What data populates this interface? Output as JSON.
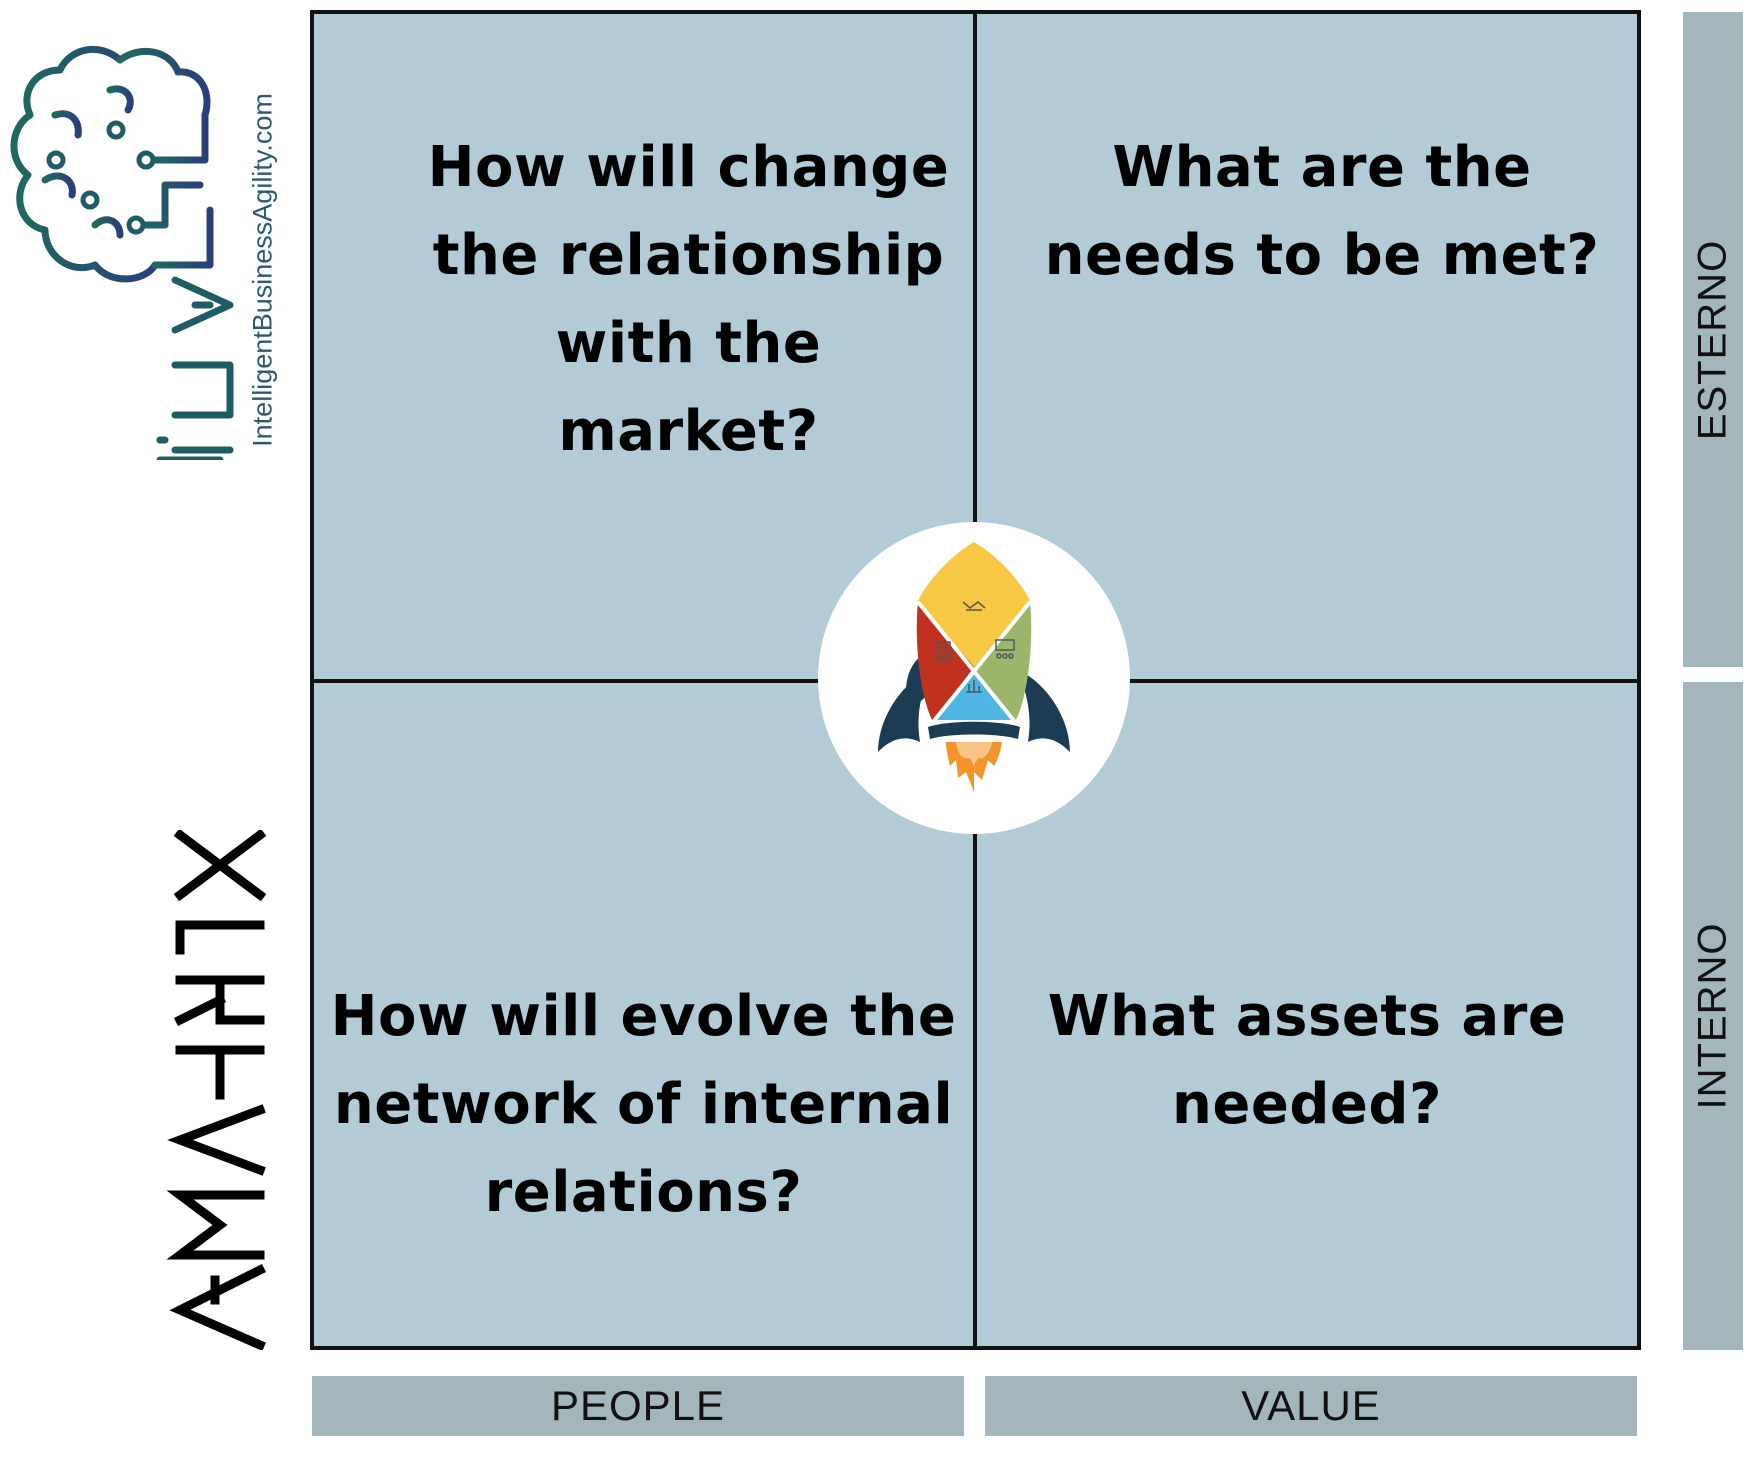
{
  "logo": {
    "site": "IntelligentBusinessAgility.com",
    "brand_letters": "iba",
    "colors": {
      "primary": "#1f5c66",
      "secondary": "#2a3f74"
    }
  },
  "brand_wordmark": "A-MATRIX",
  "quadrants": {
    "top_left": "How will change the relationship with the market?",
    "top_right": "What are the needs to be met?",
    "bottom_left": "How will evolve the network of internal relations?",
    "bottom_right": "What assets are needed?"
  },
  "row_labels": {
    "top": "ESTERNO",
    "bottom": "INTERNO"
  },
  "column_labels": {
    "left": "PEOPLE",
    "right": "VALUE"
  },
  "colors": {
    "quadrant_fill": "#b3cbd6",
    "label_bar": "#a3b6bc",
    "rocket_yellow": "#f7c843",
    "rocket_red": "#c0321f",
    "rocket_green": "#9bb56a",
    "rocket_blue": "#4eb6e3",
    "rocket_navy": "#1c3c54",
    "flame_orange": "#f3952b"
  },
  "icons": [
    "brain-circuit-logo-icon",
    "rocket-icon",
    "handshake-icon",
    "checklist-icon",
    "presentation-icon",
    "bar-chart-icon"
  ]
}
